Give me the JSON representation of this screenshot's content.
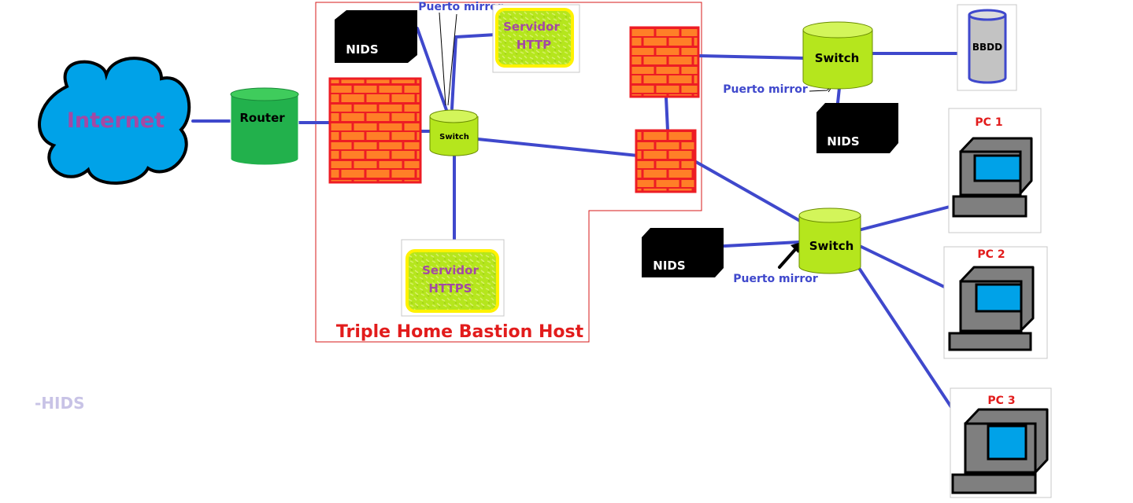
{
  "labels": {
    "internet": "Internet",
    "router": "Router",
    "switch_small": "Switch",
    "switch_db": "Switch",
    "switch_lan": "Switch",
    "nids_top": "NIDS",
    "nids_db": "NIDS",
    "nids_lan": "NIDS",
    "mirror_top": "Puerto mirror",
    "mirror_db": "Puerto mirror",
    "mirror_lan": "Puerto mirror",
    "http_line1": "Servidor",
    "http_line2": "HTTP",
    "https_line1": "Servidor",
    "https_line2": "HTTPS",
    "bbdd": "BBDD",
    "pc1": "PC 1",
    "pc2": "PC 2",
    "pc3": "PC 3",
    "zone_title": "Triple Home Bastion Host",
    "legend_hids": "-HIDS"
  },
  "colors": {
    "link": "#3f48cc",
    "cloud": "#00a2e8",
    "router": "#22b14c",
    "switch": "#b5e61d",
    "firewall": "#ff7f27",
    "firewall_border": "#ed1c24",
    "server_border": "#fff200",
    "zone_border": "#d71a1a",
    "pc_body": "#7f7f7f",
    "pc_screen": "#00a2e8",
    "database": "#c3c3c3"
  }
}
